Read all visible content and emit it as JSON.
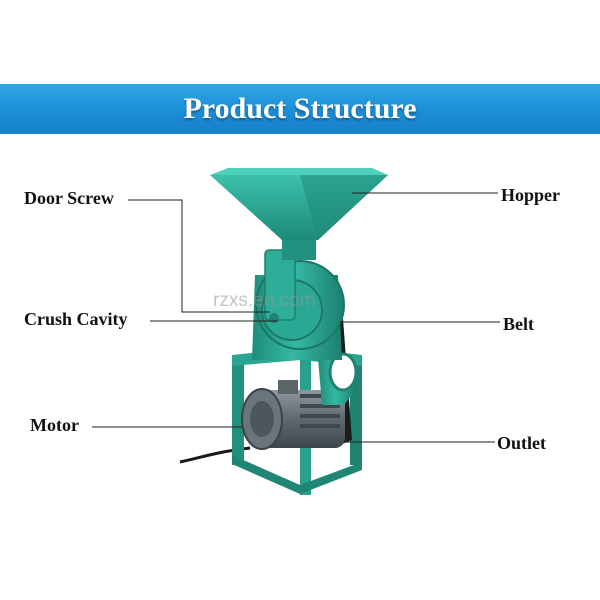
{
  "banner": {
    "title": "Product Structure"
  },
  "labels": {
    "door_screw": "Door Screw",
    "crush_cavity": "Crush Cavity",
    "motor": "Motor",
    "hopper": "Hopper",
    "belt": "Belt",
    "outlet": "Outlet"
  },
  "watermark": "rzxs.en.com",
  "colors": {
    "banner": "#1b8ed6",
    "machine_green": "#2aa591",
    "motor_gray": "#6f7a80"
  }
}
